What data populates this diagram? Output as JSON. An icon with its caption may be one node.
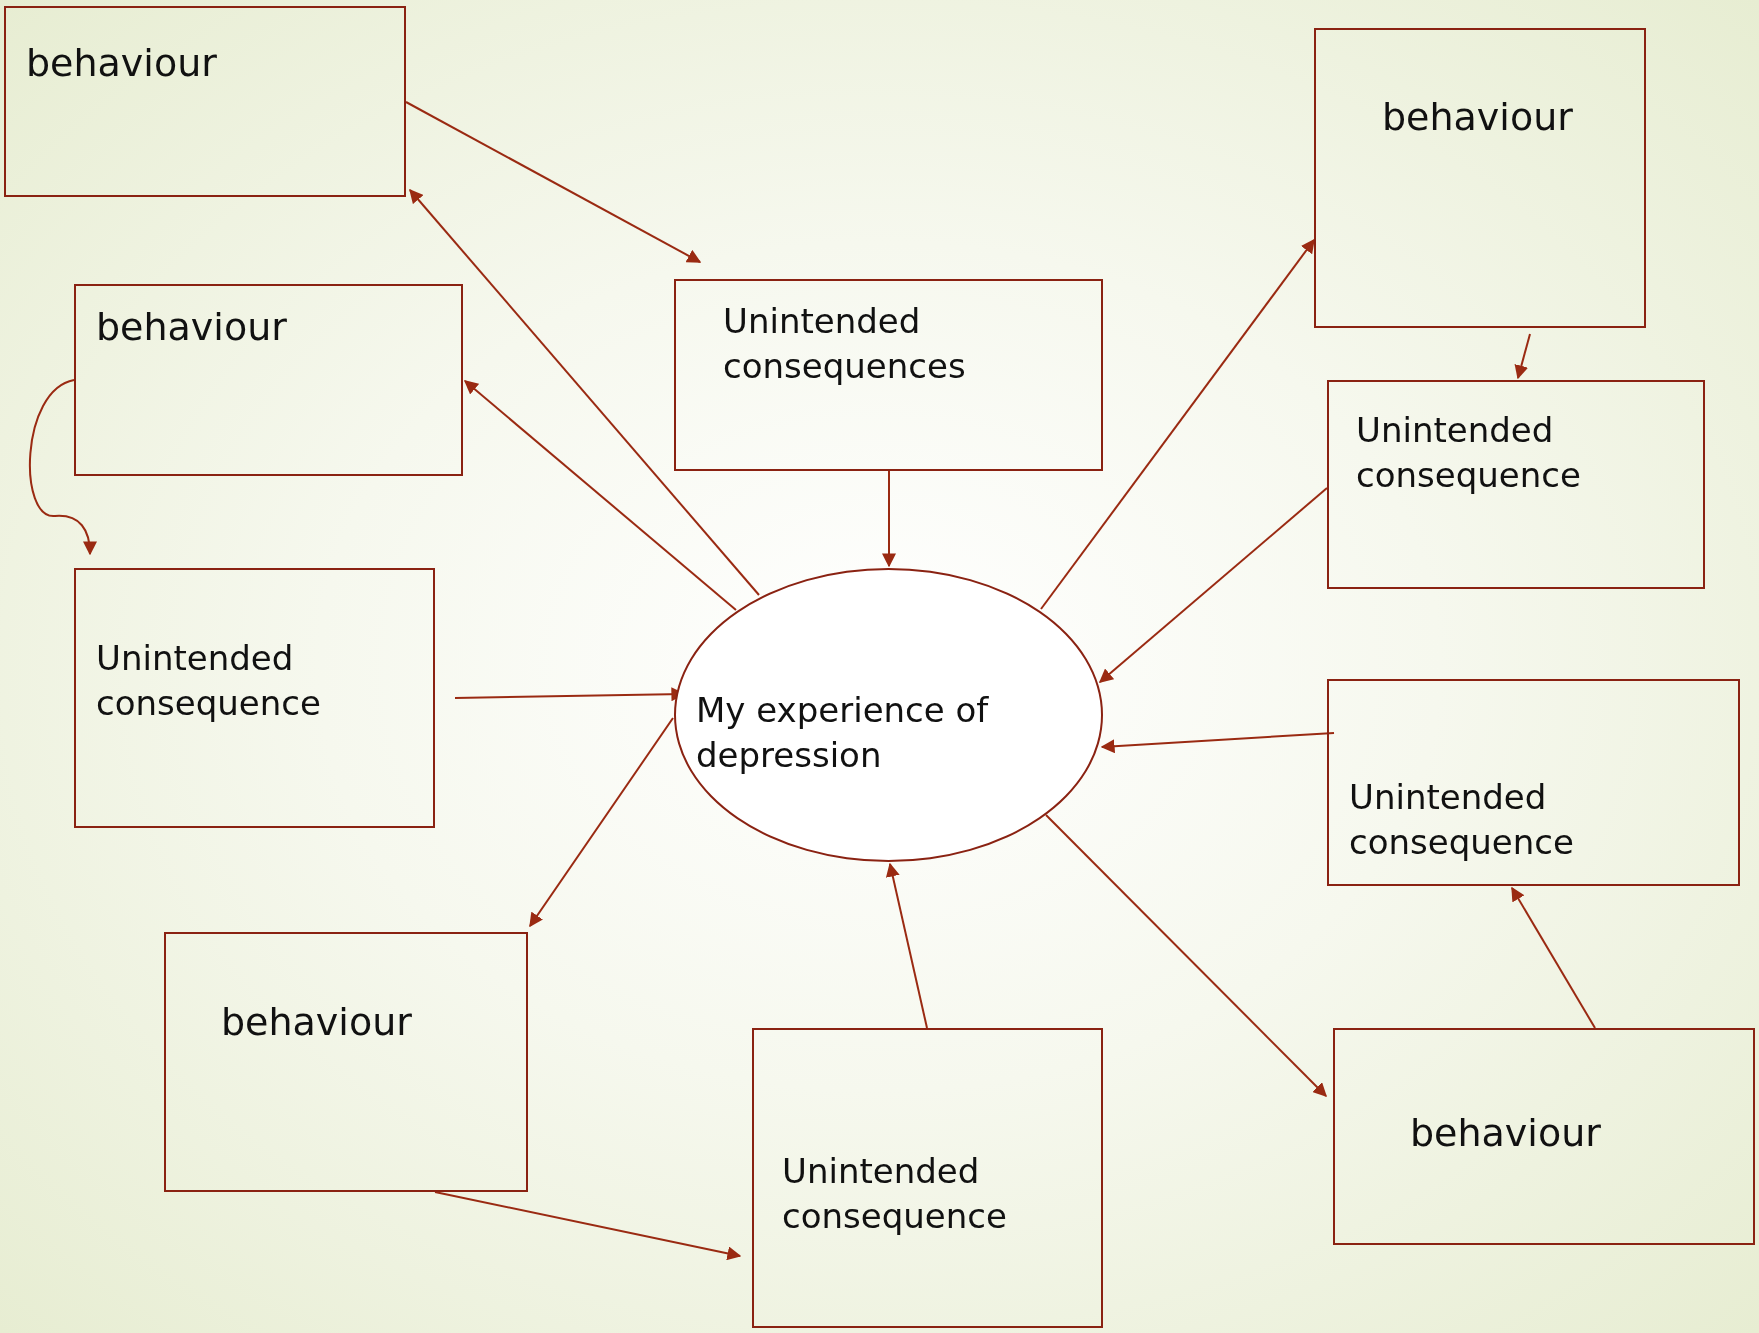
{
  "diagram": {
    "nodes": [
      {
        "text": [
          "behaviour"
        ]
      },
      {
        "text": [
          "Unintended consequences"
        ]
      },
      {
        "text": [
          "behaviour"
        ]
      },
      {
        "text": [
          "behaviour"
        ]
      },
      {
        "text": [
          "Unintended consequence"
        ]
      },
      {
        "text": [
          "Unintended consequence"
        ]
      },
      {
        "text": [
          "My experience of depression"
        ]
      },
      {
        "text": [
          "Unintended consequence"
        ]
      },
      {
        "text": [
          "behaviour"
        ]
      },
      {
        "text": [
          "Unintended consequence"
        ]
      },
      {
        "text": [
          "behaviour"
        ]
      }
    ],
    "edges": [
      {
        "from": 0,
        "to": 1,
        "arrow": "to"
      },
      {
        "from": 6,
        "to": 0,
        "arrow": "to"
      },
      {
        "from": 1,
        "to": 6,
        "arrow": "to"
      },
      {
        "from": 6,
        "to": 3,
        "arrow": "to"
      },
      {
        "from": 3,
        "to": 5,
        "arrow": "to"
      },
      {
        "from": 5,
        "to": 6,
        "arrow": "to"
      },
      {
        "from": 6,
        "to": 2,
        "arrow": "to"
      },
      {
        "from": 2,
        "to": 4,
        "arrow": "to"
      },
      {
        "from": 4,
        "to": 6,
        "arrow": "to"
      },
      {
        "from": 7,
        "to": 6,
        "arrow": "to"
      },
      {
        "from": 6,
        "to": 10,
        "arrow": "to"
      },
      {
        "from": 10,
        "to": 7,
        "arrow": "to"
      },
      {
        "from": 9,
        "to": 6,
        "arrow": "to"
      },
      {
        "from": 6,
        "to": 8,
        "arrow": "to"
      },
      {
        "from": 8,
        "to": 9,
        "arrow": "to"
      }
    ]
  }
}
